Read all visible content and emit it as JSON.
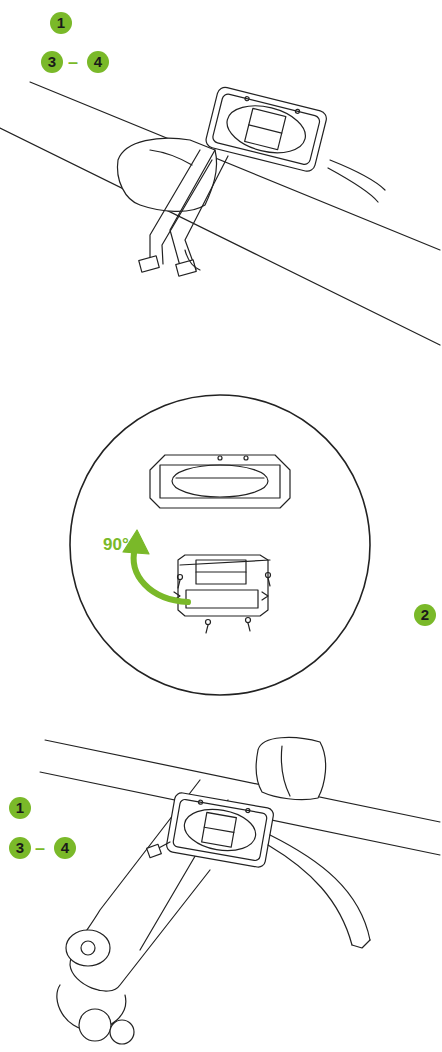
{
  "diagram": {
    "labels": [
      "1",
      "3",
      "–",
      "4",
      "90°",
      "2",
      "1",
      "3",
      "–",
      "4"
    ]
  }
}
